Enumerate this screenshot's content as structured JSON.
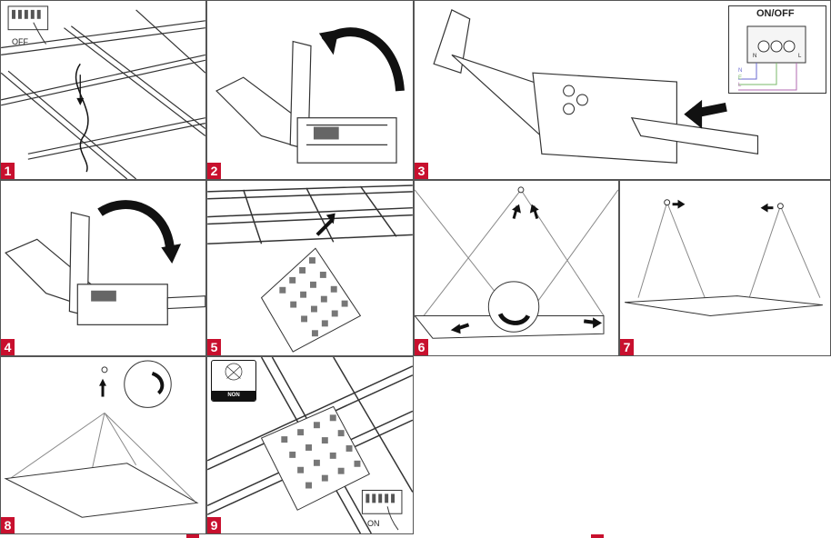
{
  "steps": [
    "1",
    "2",
    "3",
    "4",
    "5",
    "6",
    "7",
    "8",
    "9"
  ],
  "panel1": {
    "switch_label": "OFF"
  },
  "panel3": {
    "callout_title": "ON/OFF",
    "terminals": [
      "N",
      "L"
    ],
    "wires": [
      "N",
      "E",
      "L"
    ]
  },
  "panel9": {
    "badge_text": "NON RECOUVRABLE",
    "switch_label": "ON"
  },
  "colors": {
    "step_badge": "#c8102e",
    "line": "#333333",
    "arrow": "#111111",
    "wire_n": "#6a6ad0",
    "wire_e": "#7ab86a",
    "wire_l": "#b06ab0"
  },
  "icons": [
    "breaker-switch-icon",
    "rotate-arrow-icon",
    "push-arrow-icon",
    "up-arrow-icon",
    "down-arrow-icon",
    "hook-icon"
  ]
}
